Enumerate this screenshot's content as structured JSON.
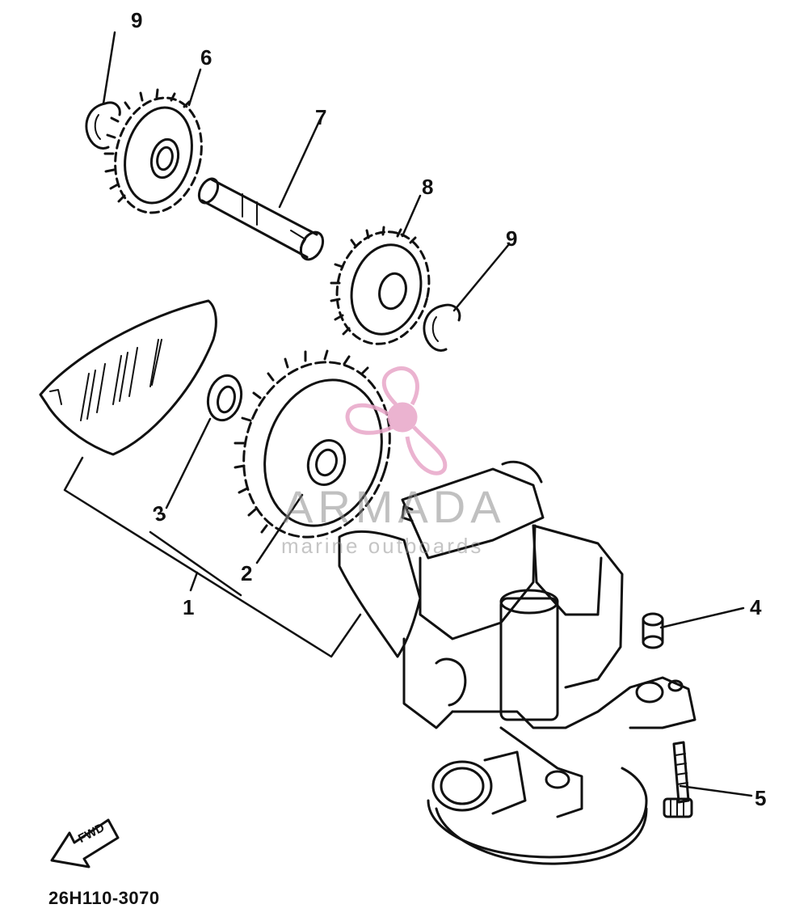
{
  "callouts": {
    "c9a": "9",
    "c6": "6",
    "c7": "7",
    "c8": "8",
    "c9b": "9",
    "c3": "3",
    "c2": "2",
    "c1": "1",
    "c4": "4",
    "c5": "5"
  },
  "fwd_label": "FWD",
  "drawing_code": "26H110-3070",
  "watermark": {
    "title": "ARMADA",
    "subtitle": "marine outboards",
    "color": "#e8a6c8"
  }
}
